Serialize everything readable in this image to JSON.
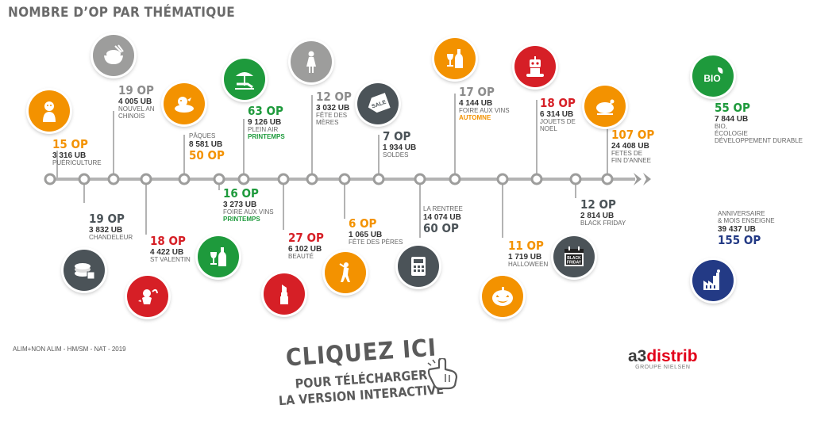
{
  "title": "NOMBRE D’OP PAR THÉMATIQUE",
  "footnote": "ALIM+NON ALIM - HM/SM - NAT - 2019",
  "cta": {
    "main": "CLIQUEZ ICI",
    "line1": "POUR TÉLÉCHARGER",
    "line2": "LA VERSION INTERACTIVE"
  },
  "brand": {
    "a3": "a3",
    "name": "distrib",
    "sub": "GROUPE NIELSEN"
  },
  "colors": {
    "orange": "#f39200",
    "grey": "#9d9d9c",
    "green": "#1e9a3c",
    "red": "#d61f26",
    "dark": "#4b5358",
    "navy": "#233a85"
  },
  "themes": {
    "puericulture": {
      "op": "15 OP",
      "ub": "3 316 UB",
      "label": "PUÉRICULTURE",
      "icon": "baby-icon"
    },
    "nouvel_an": {
      "op": "19 OP",
      "ub": "4 005 UB",
      "label": "NOUVEL AN",
      "label2": "CHINOIS",
      "icon": "rice-bowl-icon"
    },
    "chandeleur": {
      "op": "19 OP",
      "ub": "3 832 UB",
      "label": "CHANDELEUR",
      "icon": "crepes-icon"
    },
    "st_valentin": {
      "op": "18 OP",
      "ub": "4 422 UB",
      "label": "ST VALENTIN",
      "icon": "cupid-icon"
    },
    "paques": {
      "op": "50 OP",
      "ub": "8 581 UB",
      "label": "PÂQUES",
      "icon": "easter-hen-icon"
    },
    "plein_air": {
      "op": "63 OP",
      "ub": "9 126 UB",
      "label": "PLEIN AIR",
      "label2": "PRINTEMPS",
      "icon": "beach-chair-icon"
    },
    "fav_printemps": {
      "op": "16 OP",
      "ub": "3 273 UB",
      "label": "FOIRE AUX VINS",
      "label2": "PRINTEMPS",
      "icon": "wine-icon"
    },
    "beaute": {
      "op": "27 OP",
      "ub": "6 102 UB",
      "label": "BEAUTÉ",
      "icon": "lipstick-icon"
    },
    "fete_meres": {
      "op": "12 OP",
      "ub": "3 032 UB",
      "label": "FÊTE DES",
      "label2": "MÈRES",
      "icon": "woman-icon"
    },
    "fete_peres": {
      "op": "6 OP",
      "ub": "1 065 UB",
      "label": "FÊTE DES PÈRES",
      "icon": "golfer-icon"
    },
    "soldes": {
      "op": "7 OP",
      "ub": "1 934 UB",
      "label": "SOLDES",
      "icon": "sale-tag-icon",
      "tag": "SALE"
    },
    "rentree": {
      "op": "60 OP",
      "ub": "14 074 UB",
      "label": "LA RENTREE",
      "icon": "calculator-icon"
    },
    "fav_automne": {
      "op": "17 OP",
      "ub": "4 144 UB",
      "label": "FOIRE AUX VINS",
      "label2": "AUTOMNE",
      "icon": "wine-icon"
    },
    "halloween": {
      "op": "11 OP",
      "ub": "1 719 UB",
      "label": "HALLOWEEN",
      "icon": "pumpkin-icon"
    },
    "jouets": {
      "op": "18 OP",
      "ub": "6 314 UB",
      "label": "JOUETS DE",
      "label2": "NOEL",
      "icon": "robot-icon"
    },
    "black_friday": {
      "op": "12 OP",
      "ub": "2 814 UB",
      "label": "BLACK FRIDAY",
      "icon": "black-friday-calendar-icon",
      "cal1": "BLACK",
      "cal2": "FRIDAY"
    },
    "fin_annee": {
      "op": "107 OP",
      "ub": "24 408 UB",
      "label": "FETES DE",
      "label2": "FIN D'ANNEE",
      "icon": "roast-turkey-icon"
    },
    "bio": {
      "op": "55 OP",
      "ub": "7 844 UB",
      "label": "BIO,",
      "label2": "ÉCOLOGIE",
      "label3": "DÉVELOPPEMENT DURABLE",
      "icon": "bio-leaf-icon",
      "badge": "BIO"
    },
    "anniversaire": {
      "op": "155 OP",
      "ub": "39 437 UB",
      "label": "ANNIVERSAIRE",
      "label2": "& MOIS ENSEIGNE",
      "icon": "factory-icon"
    }
  }
}
